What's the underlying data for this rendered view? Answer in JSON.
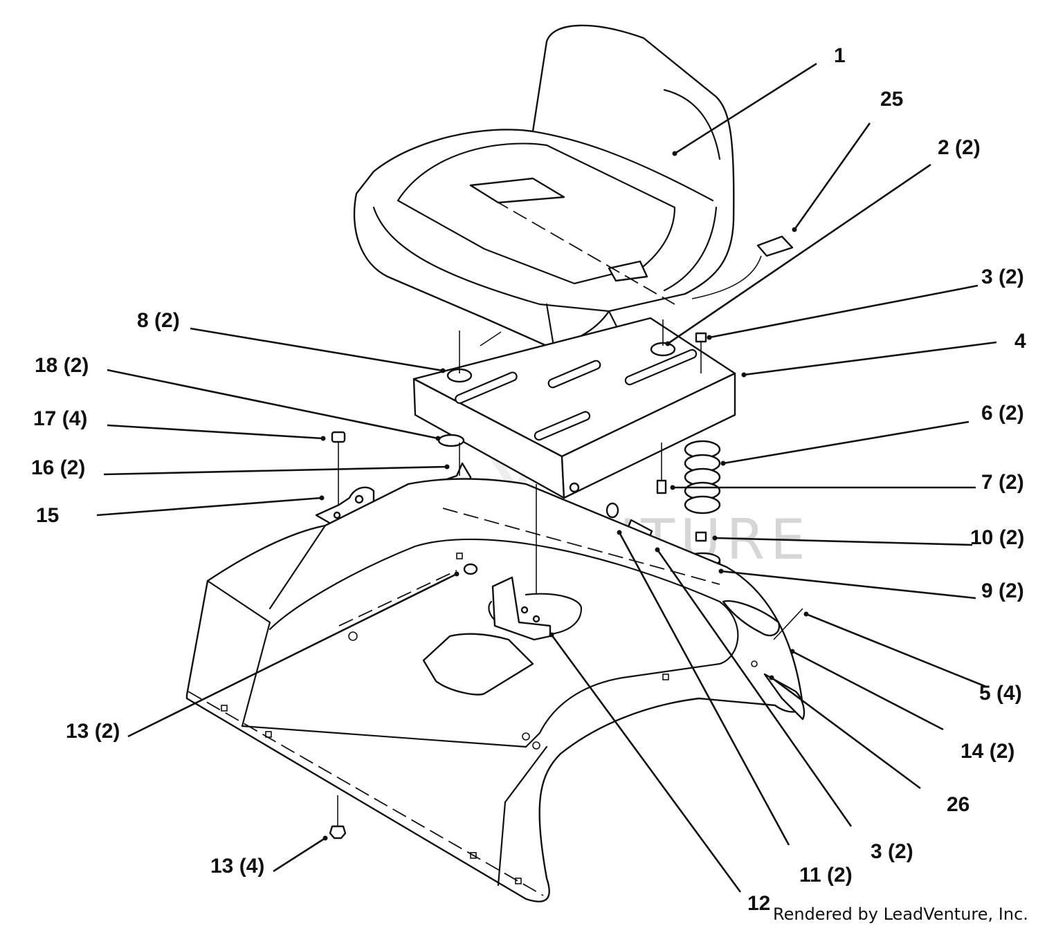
{
  "diagram": {
    "callouts": {
      "p1": "1",
      "p25": "25",
      "p2": "2 (2)",
      "p3a": "3 (2)",
      "p4": "4",
      "p8": "8 (2)",
      "p18": "18 (2)",
      "p17": "17 (4)",
      "p16": "16 (2)",
      "p15": "15",
      "p6": "6 (2)",
      "p7": "7 (2)",
      "p10": "10 (2)",
      "p9": "9 (2)",
      "p5": "5 (4)",
      "p14": "14 (2)",
      "p26": "26",
      "p3b": "3 (2)",
      "p11": "11 (2)",
      "p12": "12",
      "p13a": "13 (2)",
      "p13b": "13 (4)"
    },
    "watermark": "LEADVENTURE",
    "credit": "Rendered by LeadVenture, Inc."
  }
}
